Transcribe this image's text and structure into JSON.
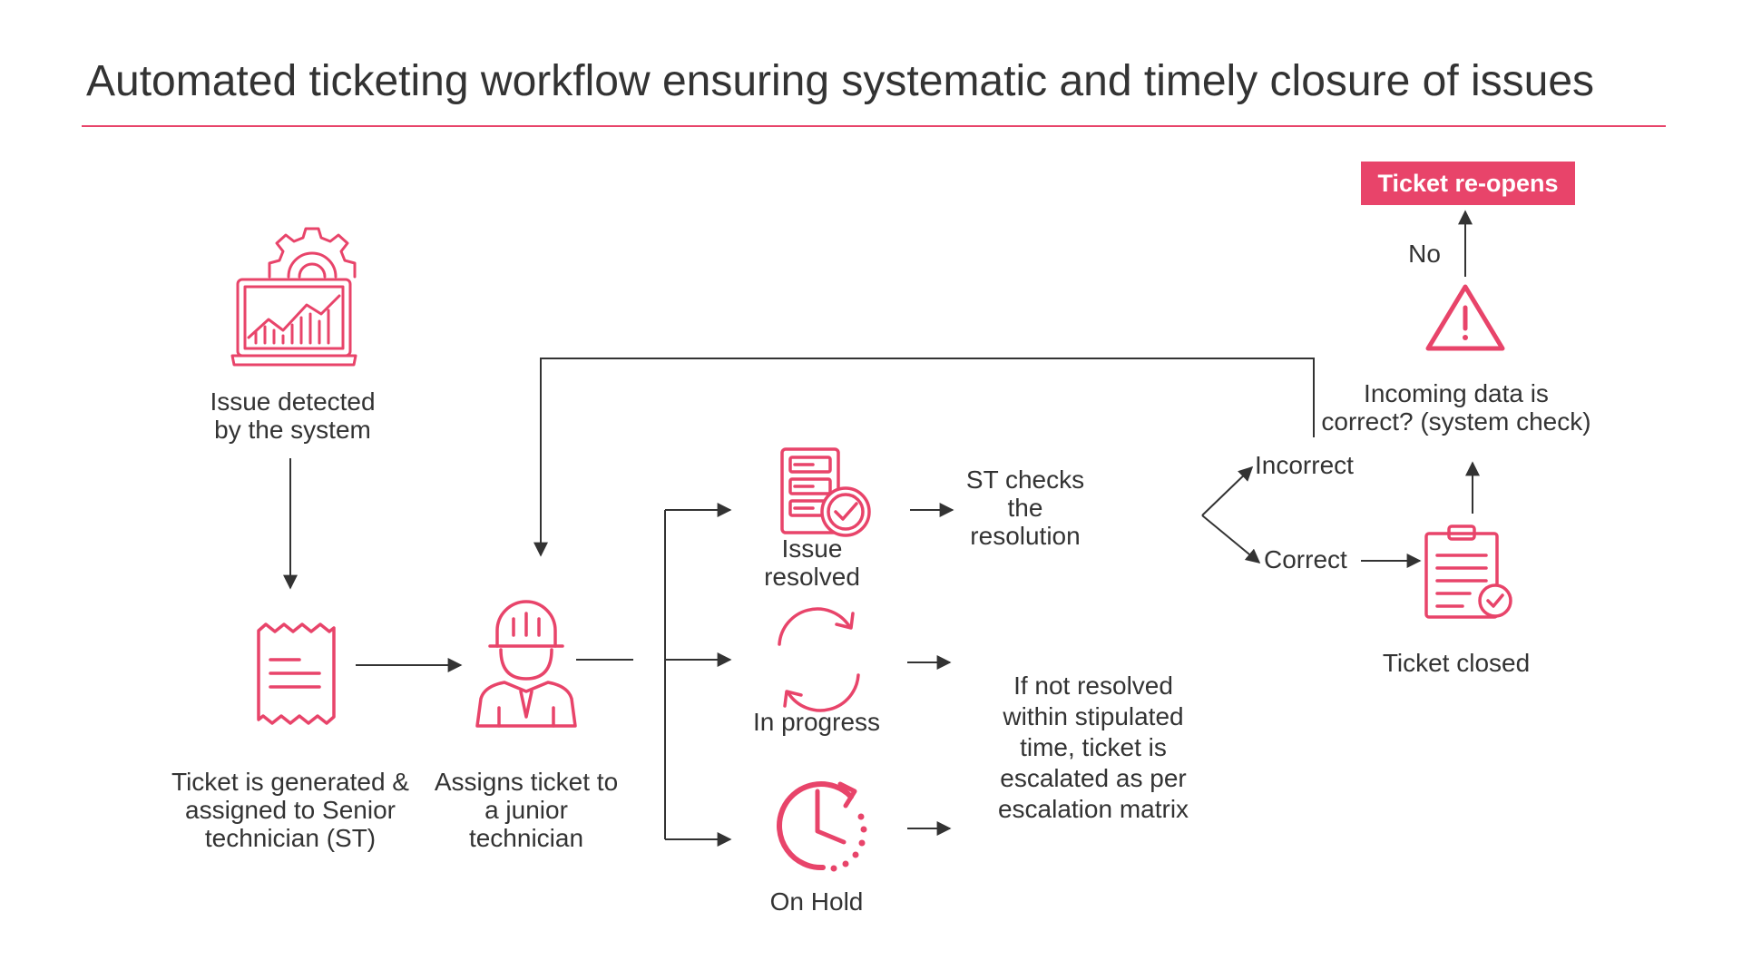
{
  "title": "Automated ticketing workflow ensuring systematic and timely closure of issues",
  "colors": {
    "accent": "#e8446a",
    "connector": "#333333",
    "text": "#333333"
  },
  "nodes": {
    "issue_detected": {
      "label": "Issue detected\nby the system",
      "icon": "laptop-gear-chart-icon"
    },
    "ticket_generated": {
      "label": "Ticket is generated &\nassigned to Senior\ntechnician (ST)",
      "icon": "receipt-icon"
    },
    "assign_junior": {
      "label": "Assigns ticket to\na junior\ntechnician",
      "icon": "technician-icon"
    },
    "issue_resolved": {
      "label": "Issue\nresolved",
      "icon": "server-check-icon"
    },
    "in_progress": {
      "label": "In progress",
      "icon": "refresh-icon"
    },
    "on_hold": {
      "label": "On Hold",
      "icon": "clock-icon"
    },
    "st_checks": {
      "label": "ST checks\nthe\nresolution"
    },
    "escalation": {
      "label": "If not resolved\nwithin stipulated\ntime, ticket is\nescalated as per\nescalation matrix"
    },
    "incorrect": {
      "label": "Incorrect"
    },
    "correct": {
      "label": "Correct"
    },
    "ticket_closed": {
      "label": "Ticket closed",
      "icon": "clipboard-check-icon"
    },
    "system_check": {
      "label": "Incoming data is\ncorrect? (system check)",
      "icon": "warning-icon"
    },
    "no": {
      "label": "No"
    },
    "reopens": {
      "label": "Ticket re-opens"
    }
  }
}
